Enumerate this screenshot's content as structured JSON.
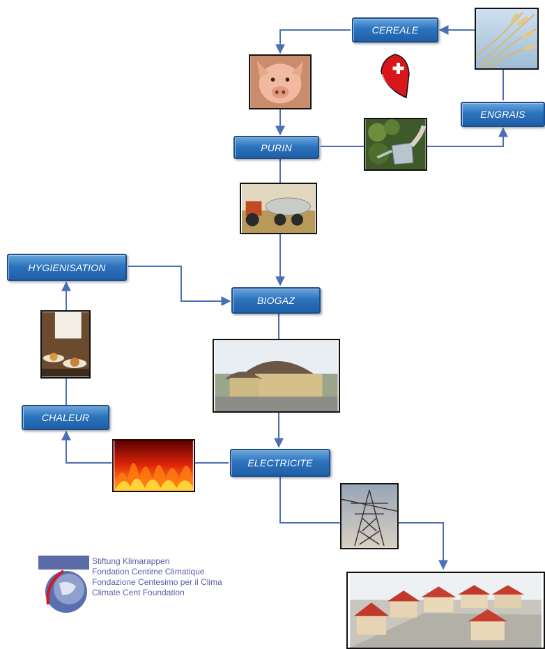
{
  "nodes": {
    "cereale": "CEREALE",
    "engrais": "ENGRAIS",
    "purin": "PURIN",
    "hygienisation": "HYGIENISATION",
    "biogaz": "BIOGAZ",
    "chaleur": "CHALEUR",
    "electricite": "ELECTRICITE"
  },
  "logo": {
    "lines": [
      "Stiftung Klimarappen",
      "Fondation Centime Climatique",
      "Fondazione Centesimo per il Clima",
      "Climate Cent Foundation"
    ]
  },
  "colors": {
    "node_fill": "#2d73bd",
    "arrow": "#4a6fb5",
    "swiss_red": "#d9161c"
  },
  "icons": [
    "swiss-coin-icon",
    "globe-logo-icon"
  ]
}
